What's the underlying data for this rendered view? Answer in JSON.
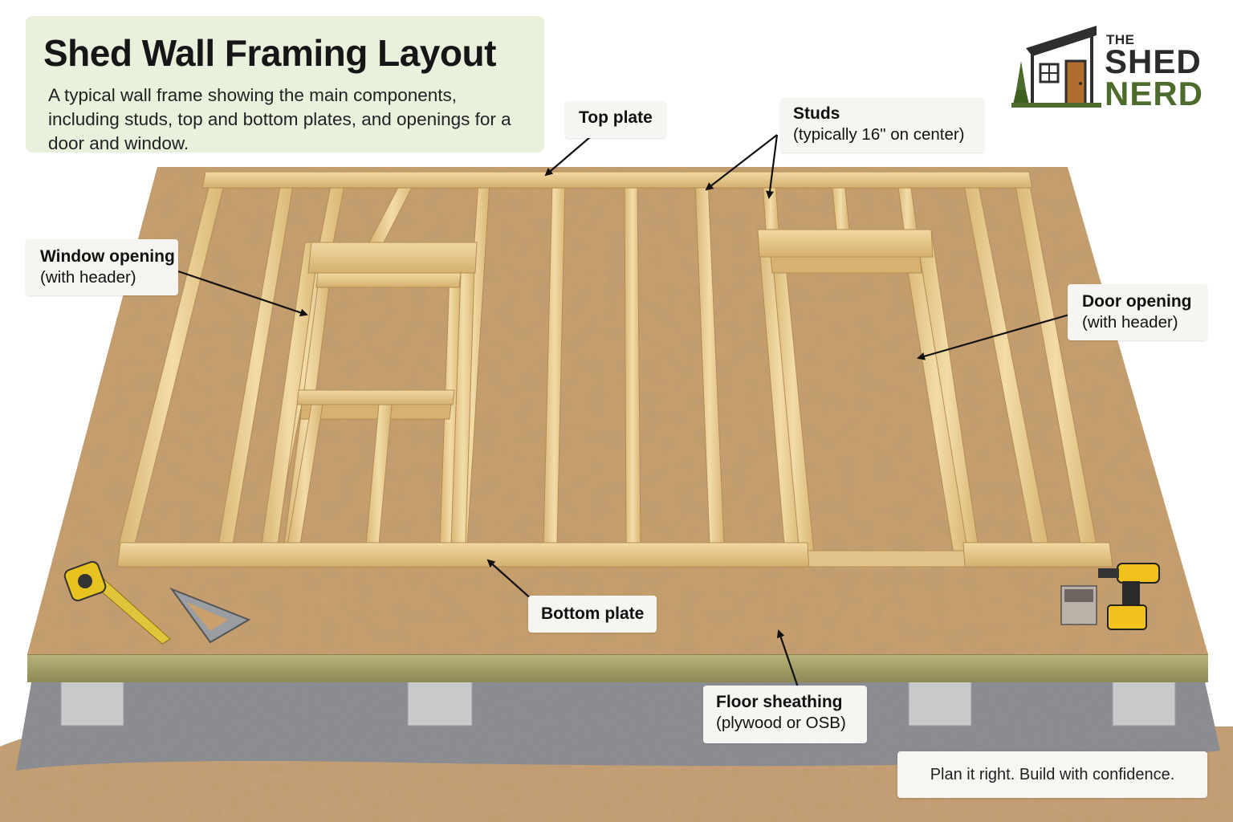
{
  "header": {
    "title": "Shed Wall Framing Layout",
    "description": "A typical wall frame showing the main components, including studs, top and bottom plates, and openings for a door and window."
  },
  "logo": {
    "the": "THE",
    "shed": "SHED",
    "nerd": "NERD",
    "brand_green": "#4c6b2c",
    "house_icon": "shed-house-icon"
  },
  "callouts": {
    "top_plate": {
      "main": "Top plate"
    },
    "studs": {
      "main": "Studs",
      "sub": "(typically 16\" on center)"
    },
    "window_opening": {
      "main": "Window opening",
      "sub": "(with header)"
    },
    "door_opening": {
      "main": "Door opening",
      "sub": "(with header)"
    },
    "bottom_plate": {
      "main": "Bottom plate"
    },
    "floor_sheathing": {
      "main": "Floor sheathing",
      "sub": "(plywood or OSB)"
    }
  },
  "tagline": "Plan it right. Build with confidence.",
  "colors": {
    "osb": "#c9a06e",
    "lumber": "#ecd29c",
    "ground": "#c29a6e",
    "gravel": "#8d8f93",
    "block": "#c9cbcc",
    "title_bg": "#e9f1dd"
  },
  "tools": [
    "tape-measure-icon",
    "speed-square-icon",
    "cordless-drill-icon",
    "nail-box-icon"
  ]
}
